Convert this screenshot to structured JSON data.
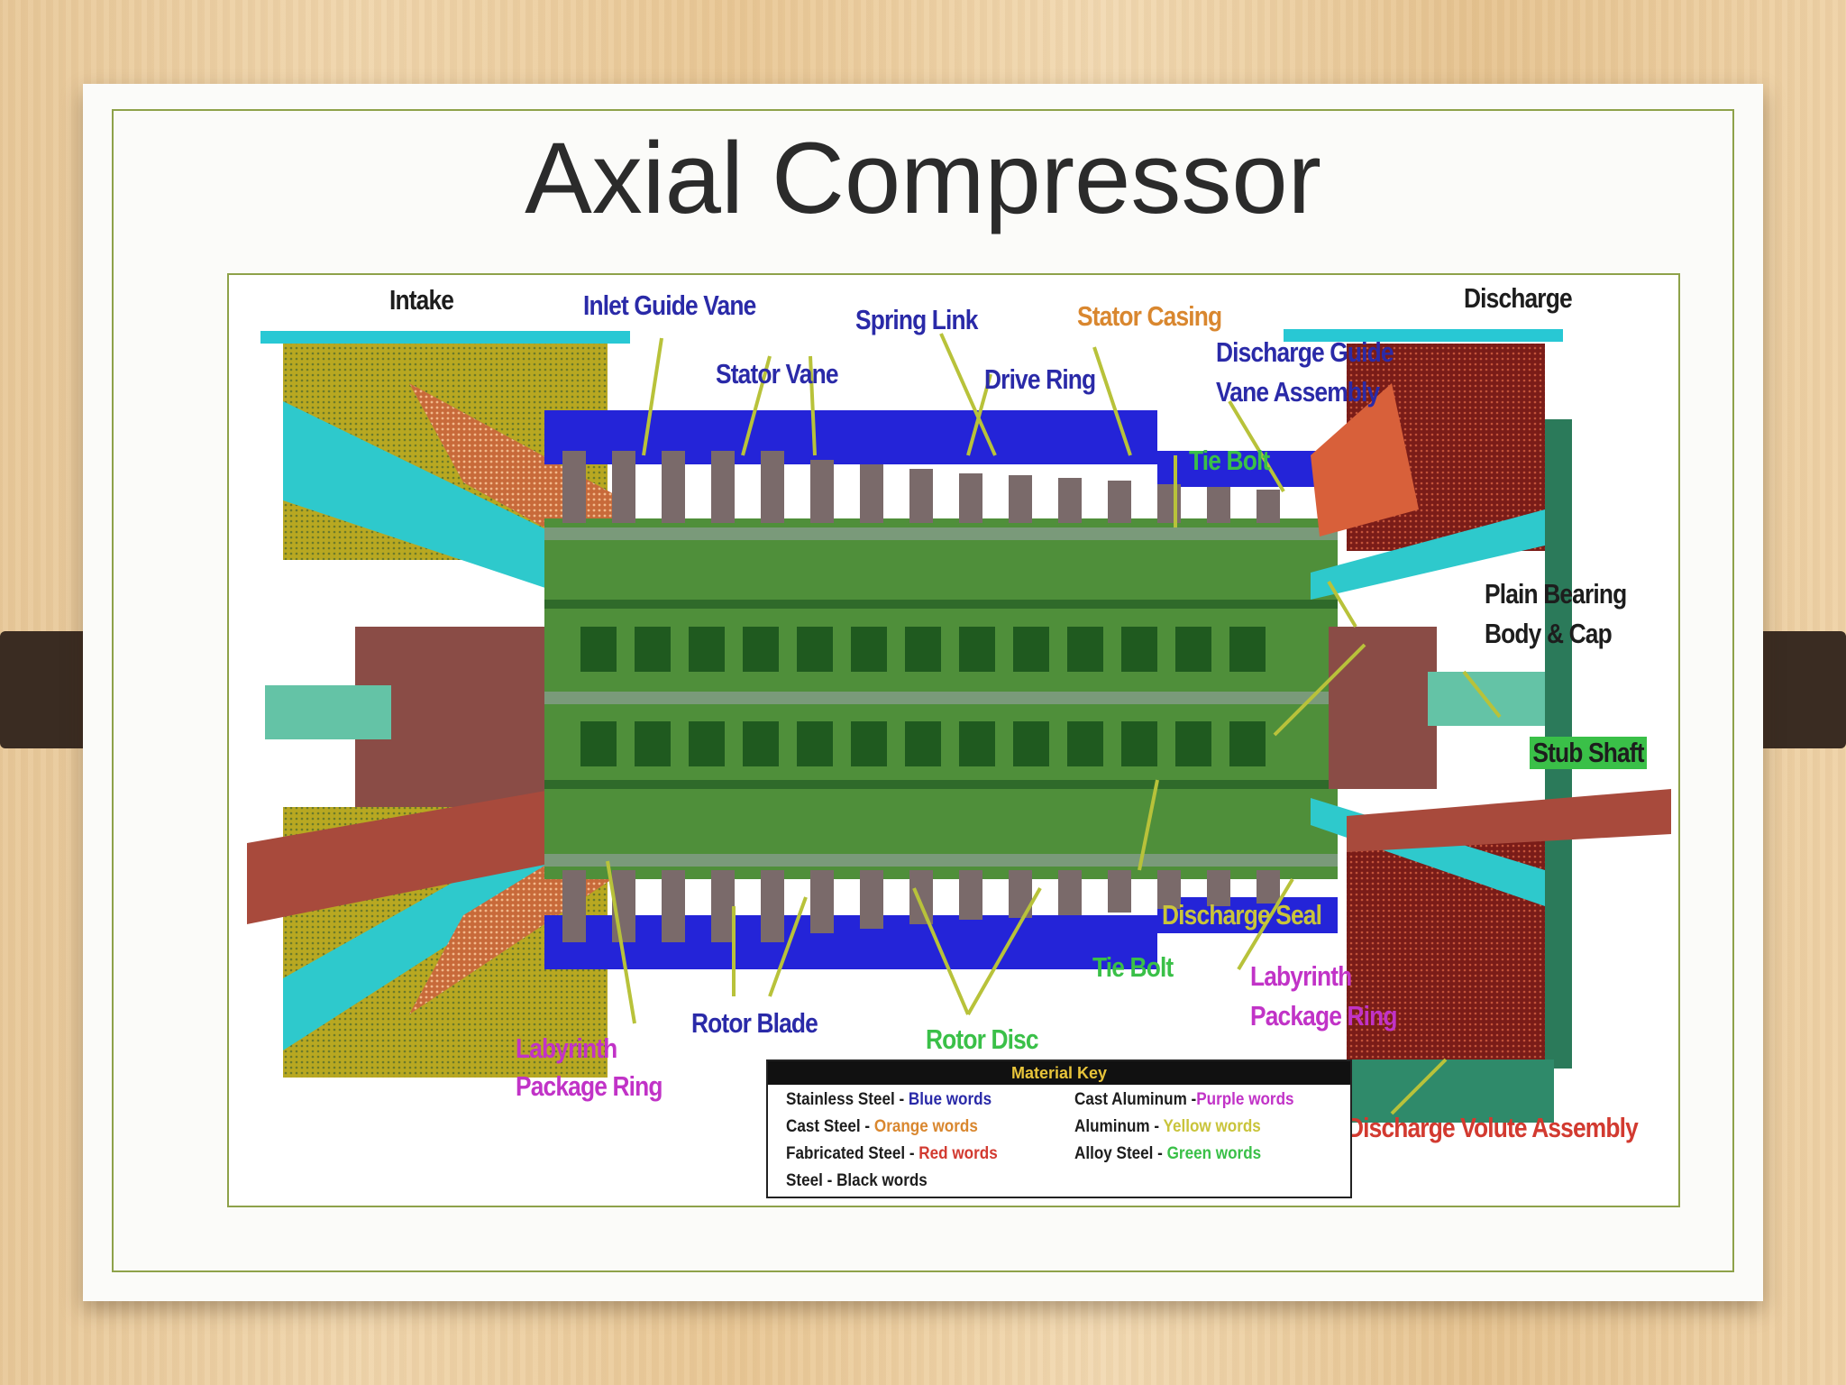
{
  "title": "Axial Compressor",
  "colors": {
    "stainless_steel": "#2a2aa8",
    "cast_steel": "#d9872f",
    "fabricated_steel": "#d23a30",
    "steel": "#1d1d1d",
    "cast_aluminum": "#c133c7",
    "aluminum": "#c9c43b",
    "alloy_steel": "#3ac048"
  },
  "labels": {
    "intake": "Intake",
    "inlet_guide_vane": "Inlet Guide Vane",
    "spring_link": "Spring Link",
    "stator_casing": "Stator Casing",
    "discharge": "Discharge",
    "stator_vane": "Stator Vane",
    "drive_ring": "Drive Ring",
    "discharge_guide_1": "Discharge Guide",
    "discharge_guide_2": "Vane Assembly",
    "tie_bolt_top": "Tie Bolt",
    "plain_bearing_1": "Plain Bearing",
    "plain_bearing_2": "Body & Cap",
    "stub_shaft": "Stub Shaft",
    "discharge_seal": "Discharge Seal",
    "tie_bolt_bottom": "Tie Bolt",
    "labyrinth_right_1": "Labyrinth",
    "labyrinth_right_2": "Package Ring",
    "rotor_blade": "Rotor Blade",
    "rotor_disc": "Rotor Disc",
    "labyrinth_left_1": "Labyrinth",
    "labyrinth_left_2": "Package Ring",
    "discharge_volute": "Discharge Volute Assembly"
  },
  "material_key": {
    "heading": "Material Key",
    "rows": [
      {
        "name": "Stainless Steel - ",
        "color_word": "Blue words"
      },
      {
        "name": "Cast Steel - ",
        "color_word": "Orange words"
      },
      {
        "name": "Fabricated Steel - ",
        "color_word": "Red words"
      },
      {
        "name": "Steel - ",
        "color_word": "Black words"
      },
      {
        "name": "Cast Aluminum -",
        "color_word": "Purple words"
      },
      {
        "name": "Aluminum - ",
        "color_word": "Yellow words"
      },
      {
        "name": "Alloy Steel - ",
        "color_word": "Green words"
      }
    ]
  }
}
